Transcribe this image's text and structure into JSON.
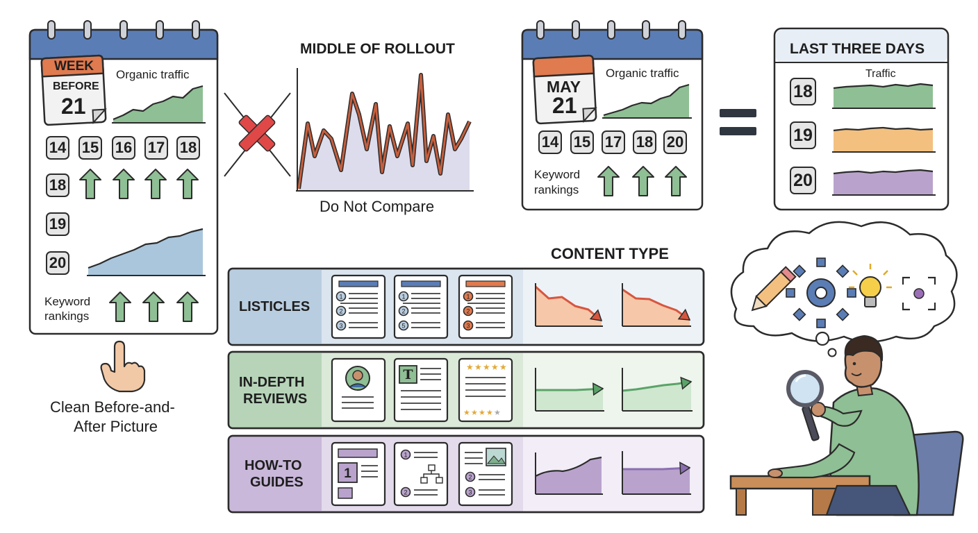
{
  "colors": {
    "blue": "#5b7db5",
    "orange": "#e07a4f",
    "green": "#8fbf94",
    "line_red": "#c65f3e",
    "peach": "#f6c7a8",
    "gold": "#f3c07f",
    "purple": "#b9a3cc",
    "red_x": "#e04848"
  },
  "week_panel": {
    "tag": "WEEK",
    "calendar_line1": "BEFORE",
    "calendar_line2": "21",
    "chart_label": "Organic traffic",
    "day_row": [
      "14",
      "15",
      "16",
      "17",
      "18"
    ],
    "left_days": [
      "18",
      "19",
      "20"
    ],
    "keyword_label_1": "Keyword",
    "keyword_label_2": "rankings",
    "caption_line1": "Clean Before-and-",
    "caption_line2": "After Picture"
  },
  "rollout_panel": {
    "title": "MIDDLE OF ROLLOUT",
    "caption": "Do Not Compare"
  },
  "may_panel": {
    "calendar_line1": "MAY",
    "calendar_line2": "21",
    "chart_label": "Organic traffic",
    "day_row": [
      "14",
      "15",
      "17",
      "18",
      "20"
    ],
    "keyword_label_1": "Keyword",
    "keyword_label_2": "rankings"
  },
  "last_three_days": {
    "title": "LAST THREE DAYS",
    "chart_label": "Traffic",
    "days": [
      "18",
      "19",
      "20"
    ]
  },
  "content_type": {
    "title": "CONTENT TYPE",
    "rows": [
      {
        "label_line1": "LISTICLES",
        "label_line2": "",
        "doc_list_numbers": [
          [
            "1",
            "2",
            "3"
          ],
          [
            "1",
            "2",
            "5"
          ],
          [
            "1",
            "2",
            "3"
          ]
        ]
      },
      {
        "label_line1": "IN-DEPTH",
        "label_line2": "REVIEWS",
        "doc_letter": "T"
      },
      {
        "label_line1": "HOW-TO",
        "label_line2": "GUIDES",
        "doc_numbers": [
          "1",
          "1",
          "2",
          "2",
          "3"
        ]
      }
    ]
  },
  "icons": [
    "calendar-icon",
    "pointing-hand-icon",
    "red-x-icon",
    "up-arrow-icon",
    "equals-icon",
    "pencil-icon",
    "gear-icon",
    "lightbulb-icon",
    "focus-target-icon",
    "magnifying-glass-icon",
    "person-illustration"
  ]
}
